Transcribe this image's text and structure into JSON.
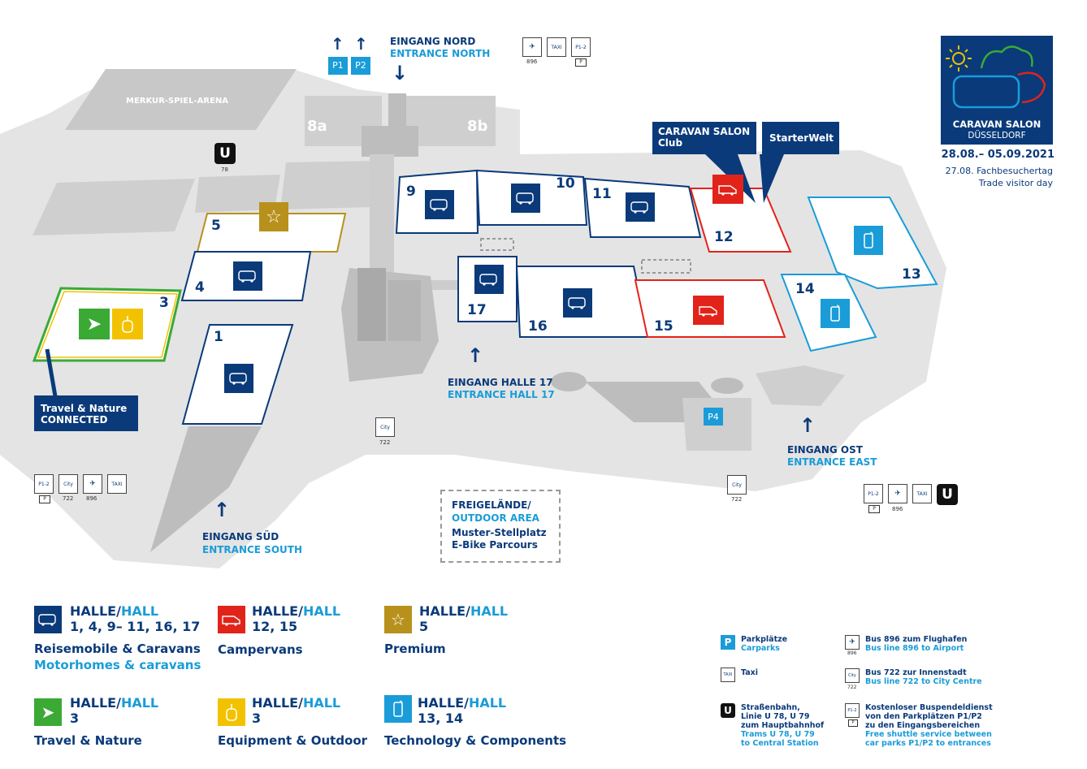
{
  "logo": {
    "name_line1": "CARAVAN SALON",
    "name_line2": "DÜSSELDORF",
    "dates": "28.08.– 05.09.2021",
    "trade_day_de": "27.08.  Fachbesuchertag",
    "trade_day_en": "Trade visitor day"
  },
  "colors": {
    "navy": "#0a3a7a",
    "cyan": "#1a9cd8",
    "red": "#e2231a",
    "gold": "#b8901c",
    "green": "#3aaa35",
    "yellow": "#f2c200",
    "grey": "#d9d9d9"
  },
  "entrances": {
    "north_de": "EINGANG NORD",
    "north_en": "ENTRANCE NORTH",
    "south_de": "EINGANG SÜD",
    "south_en": "ENTRANCE SOUTH",
    "east_de": "EINGANG OST",
    "east_en": "ENTRANCE EAST",
    "hall17_de": "EINGANG HALLE 17",
    "hall17_en": "ENTRANCE HALL 17"
  },
  "parking": {
    "p1": "P1",
    "p2": "P2",
    "p4": "P4"
  },
  "venue": {
    "arena": "MERKUR-SPIEL-ARENA",
    "hall_8a": "8a",
    "hall_8b": "8b"
  },
  "callouts": {
    "club_line1": "CARAVAN SALON",
    "club_line2": "Club",
    "starterwelt": "StarterWelt",
    "travel_line1": "Travel & Nature",
    "travel_line2": "CONNECTED"
  },
  "halls": [
    "1",
    "3",
    "4",
    "5",
    "9",
    "10",
    "11",
    "12",
    "13",
    "14",
    "15",
    "16",
    "17"
  ],
  "transit_numbers": {
    "u78": "78",
    "bus896": "896",
    "bus722": "722",
    "taxi": "TAXI",
    "city": "City",
    "p": "P",
    "p12": "P1-2"
  },
  "outdoor": {
    "title_de": "FREIGELÄNDE/",
    "title_en": "OUTDOOR AREA",
    "line1": "Muster-Stellplatz",
    "line2": "E-Bike Parcours"
  },
  "legend": {
    "halle": "HALLE",
    "slash": "/",
    "hall": "HALL",
    "items": [
      {
        "halls": "1, 4, 9– 11, 16, 17",
        "de": "Reisemobile & Caravans",
        "en": "Motorhomes & caravans",
        "icon": "motorhome-icon"
      },
      {
        "halls": "12, 15",
        "de": "Campervans",
        "en": "",
        "icon": "campervan-icon"
      },
      {
        "halls": "5",
        "de": "Premium",
        "en": "",
        "icon": "star-icon"
      },
      {
        "halls": "3",
        "de": "Travel & Nature",
        "en": "",
        "icon": "navigation-arrow-icon"
      },
      {
        "halls": "3",
        "de": "Equipment & Outdoor",
        "en": "",
        "icon": "gas-bottle-icon"
      },
      {
        "halls": "13, 14",
        "de": "Technology & Components",
        "en": "",
        "icon": "smartphone-icon"
      }
    ]
  },
  "services": {
    "parking_de": "Parkplätze",
    "parking_en": "Carparks",
    "taxi": "Taxi",
    "tram_de_1": "Straßenbahn,",
    "tram_de_2": "Linie U 78, U 79",
    "tram_de_3": "zum Hauptbahnhof",
    "tram_en_1": "Trams U 78, U 79",
    "tram_en_2": "to Central Station",
    "bus896_de": "Bus 896 zum Flughafen",
    "bus896_en": "Bus line 896 to Airport",
    "bus722_de": "Bus 722 zur Innenstadt",
    "bus722_en": "Bus line 722 to City Centre",
    "shuttle_de_1": "Kostenloser Buspendeldienst",
    "shuttle_de_2": "von den Parkplätzen P1/P2",
    "shuttle_de_3": "zu den Eingangsbereichen",
    "shuttle_en_1": "Free shuttle service between",
    "shuttle_en_2": "car parks P1/P2 to entrances"
  }
}
